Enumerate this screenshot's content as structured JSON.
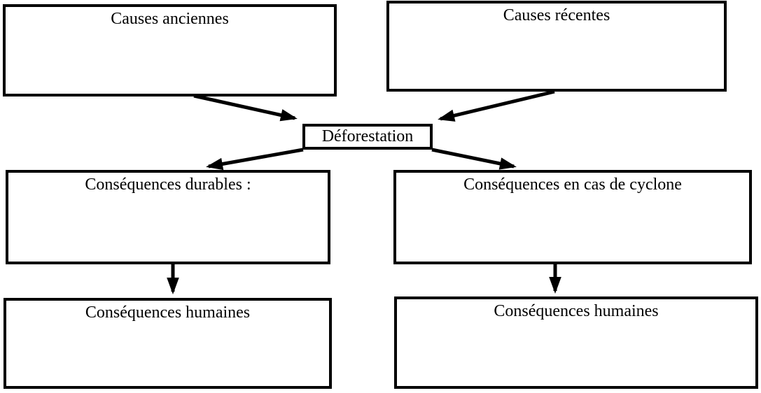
{
  "diagram": {
    "type": "flowchart",
    "boxes": [
      {
        "id": "causes-anciennes",
        "label": "Causes anciennes"
      },
      {
        "id": "causes-recentes",
        "label": "Causes récentes"
      },
      {
        "id": "deforestation",
        "label": "Déforestation"
      },
      {
        "id": "consequences-durables",
        "label": "Conséquences durables :"
      },
      {
        "id": "consequences-cyclone",
        "label": "Conséquences en cas de cyclone"
      },
      {
        "id": "consequences-humaines-gauche",
        "label": "Conséquences humaines"
      },
      {
        "id": "consequences-humaines-droite",
        "label": "Conséquences humaines"
      }
    ],
    "edges": [
      {
        "from": "causes-anciennes",
        "to": "deforestation"
      },
      {
        "from": "causes-recentes",
        "to": "deforestation"
      },
      {
        "from": "deforestation",
        "to": "consequences-durables"
      },
      {
        "from": "deforestation",
        "to": "consequences-cyclone"
      },
      {
        "from": "consequences-durables",
        "to": "consequences-humaines-gauche"
      },
      {
        "from": "consequences-cyclone",
        "to": "consequences-humaines-droite"
      }
    ],
    "colors": {
      "border": "#000000",
      "arrow": "#000000",
      "text": "#000000",
      "background": "#ffffff"
    }
  }
}
